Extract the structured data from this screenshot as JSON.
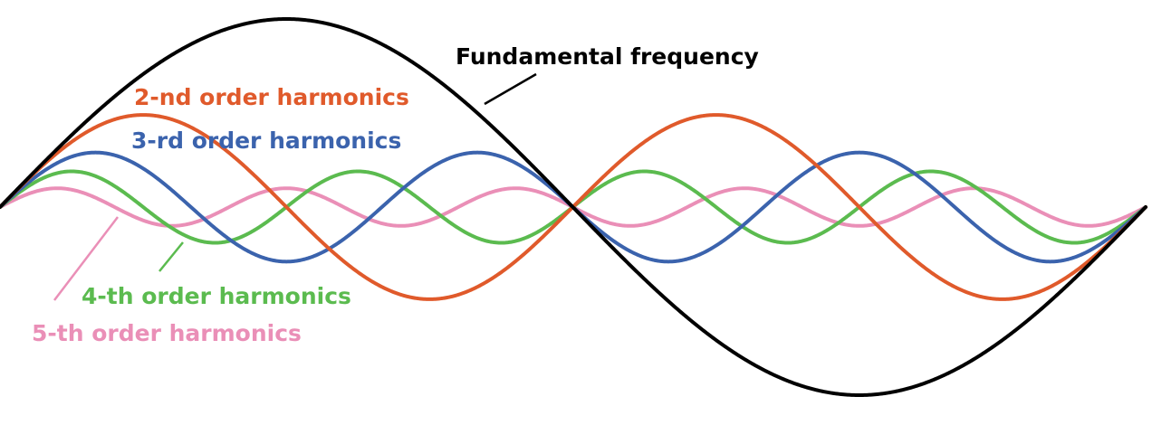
{
  "labels": {
    "fundamental": "Fundamental frequency",
    "h2": "2-nd order harmonics",
    "h3": "3-rd order harmonics",
    "h4": "4-th order harmonics",
    "h5": "5-th order harmonics"
  },
  "series": [
    {
      "key": "fundamental",
      "order": 1,
      "relative_amplitude": 1.0,
      "color": "#000000"
    },
    {
      "key": "h2",
      "order": 2,
      "relative_amplitude": 0.49,
      "color": "#e05a2b"
    },
    {
      "key": "h3",
      "order": 3,
      "relative_amplitude": 0.29,
      "color": "#3b63ad"
    },
    {
      "key": "h4",
      "order": 4,
      "relative_amplitude": 0.19,
      "color": "#5bbb4f"
    },
    {
      "key": "h5",
      "order": 5,
      "relative_amplitude": 0.1,
      "color": "#ea8fb7"
    }
  ]
}
